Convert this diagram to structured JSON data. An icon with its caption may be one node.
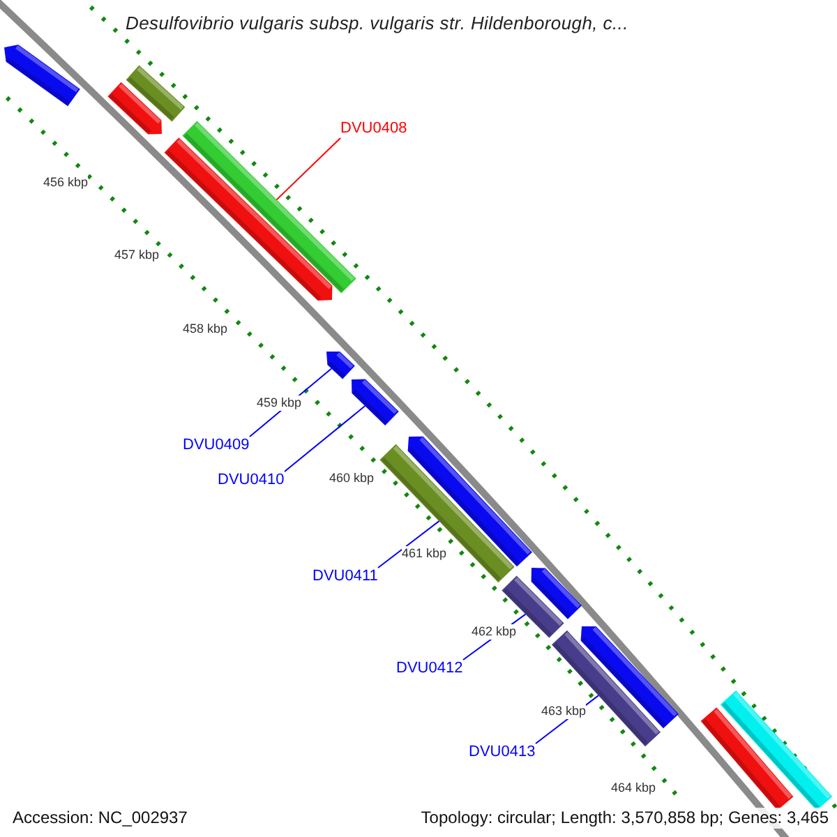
{
  "diagram": {
    "title": "Desulfovibrio vulgaris subsp. vulgaris str. Hildenborough, c...",
    "nodes": [
      {
        "text": [],
        "shape": "arrow"
      },
      {
        "text": [],
        "shape": "bar"
      },
      {
        "text": [],
        "shape": "arrow"
      },
      {
        "text": [],
        "shape": "bar"
      },
      {
        "text": [],
        "shape": "arrow"
      },
      {
        "text": [],
        "shape": "arrow"
      },
      {
        "text": [],
        "shape": "arrow"
      },
      {
        "text": [],
        "shape": "arrow"
      },
      {
        "text": [],
        "shape": "bar"
      },
      {
        "text": [],
        "shape": "arrow"
      },
      {
        "text": [],
        "shape": "bar"
      },
      {
        "text": [],
        "shape": "arrow"
      },
      {
        "text": [],
        "shape": "bar"
      },
      {
        "text": [],
        "shape": "bar"
      },
      {
        "text": [],
        "shape": "bar"
      },
      {
        "text": [
          "DVU0408"
        ]
      },
      {
        "text": [
          "DVU0409"
        ]
      },
      {
        "text": [
          "DVU0410"
        ]
      },
      {
        "text": [
          "DVU0411"
        ]
      },
      {
        "text": [
          "DVU0412"
        ]
      },
      {
        "text": [
          "DVU0413"
        ]
      }
    ],
    "edges": [
      {
        "from": 15,
        "to": 3,
        "arrow": "none",
        "color": "#ff0000"
      },
      {
        "from": 16,
        "to": 5,
        "arrow": "none"
      },
      {
        "from": 17,
        "to": 6,
        "arrow": "none"
      },
      {
        "from": 18,
        "to": 8,
        "arrow": "none"
      },
      {
        "from": 19,
        "to": 10,
        "arrow": "none"
      },
      {
        "from": 20,
        "to": 12,
        "arrow": "none"
      }
    ],
    "labels": [
      "456 kbp",
      "457 kbp",
      "458 kbp",
      "459 kbp",
      "460 kbp",
      "461 kbp",
      "462 kbp",
      "463 kbp",
      "464 kbp",
      "Accession: NC_002937",
      "Topology: circular; Length: 3,570,858 bp; Genes: 3,465"
    ]
  }
}
